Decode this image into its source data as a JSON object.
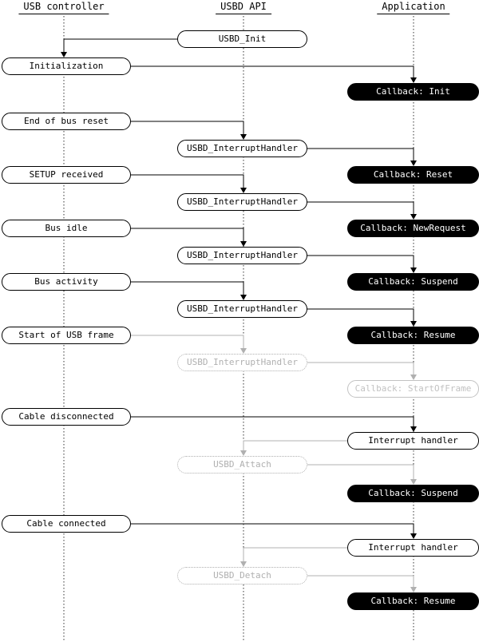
{
  "diagram": {
    "lanes": [
      {
        "label": "USB controller"
      },
      {
        "label": "USBD API"
      },
      {
        "label": "Application"
      }
    ],
    "events": {
      "initialization": "Initialization",
      "end_of_bus_reset": "End of bus reset",
      "setup_received": "SETUP received",
      "bus_idle": "Bus idle",
      "bus_activity": "Bus activity",
      "start_of_usb_frame": "Start of USB frame",
      "cable_disconnected": "Cable disconnected",
      "cable_connected": "Cable connected"
    },
    "api": {
      "usbd_init": "USBD_Init",
      "usbd_interrupthandler": "USBD_InterruptHandler",
      "usbd_attach": "USBD_Attach",
      "usbd_detach": "USBD_Detach"
    },
    "app": {
      "cb_init": "Callback: Init",
      "cb_reset": "Callback: Reset",
      "cb_newrequest": "Callback: NewRequest",
      "cb_suspend": "Callback: Suspend",
      "cb_resume": "Callback: Resume",
      "cb_startofframe": "Callback: StartOfFrame",
      "interrupt_handler": "Interrupt handler"
    },
    "colors": {
      "ink": "#000000",
      "muted": "#b0b0b0",
      "paper": "#ffffff"
    }
  }
}
